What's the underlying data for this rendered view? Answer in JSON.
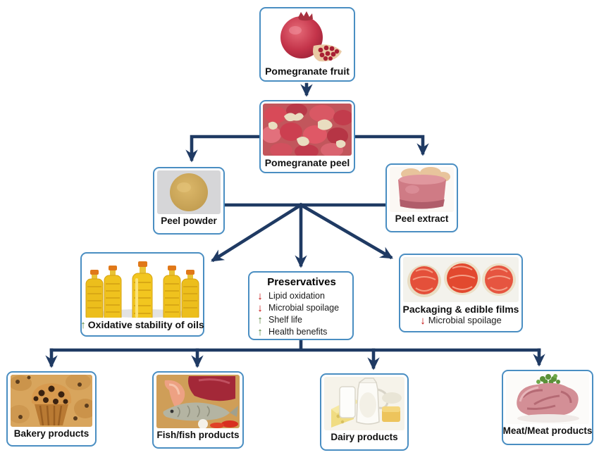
{
  "diagram": {
    "title_implicit": "Pomegranate peel applications flowchart",
    "colors": {
      "connector": "#1f3a63",
      "box_border": "#4a8ec2",
      "increase_arrow": "#538135",
      "decrease_arrow": "#c00000",
      "text": "#111111"
    },
    "nodes": {
      "fruit": {
        "label": "Pomegranate fruit"
      },
      "peel": {
        "label": "Pomegranate peel"
      },
      "powder": {
        "label": "Peel powder"
      },
      "extract": {
        "label": "Peel extract"
      },
      "oils": {
        "arrow": "↑",
        "label": "Oxidative stability of oils"
      },
      "preservatives": {
        "title": "Preservatives",
        "items": [
          {
            "arrow": "↓",
            "direction": "decrease",
            "label": "Lipid oxidation"
          },
          {
            "arrow": "↓",
            "direction": "decrease",
            "label": "Microbial spoilage"
          },
          {
            "arrow": "↑",
            "direction": "increase",
            "label": "Shelf life"
          },
          {
            "arrow": "↑",
            "direction": "increase",
            "label": "Health benefits"
          }
        ]
      },
      "packaging": {
        "label": "Packaging & edible films",
        "sub": {
          "arrow": "↓",
          "direction": "decrease",
          "label": "Microbial spoilage"
        }
      },
      "bakery": {
        "label": "Bakery products"
      },
      "fish": {
        "label": "Fish/fish products"
      },
      "dairy": {
        "label": "Dairy products"
      },
      "meat": {
        "label": "Meat/Meat products"
      }
    },
    "edges": [
      "fruit -> peel",
      "peel -> powder",
      "peel -> extract",
      "powder/extract junction -> oils",
      "powder/extract junction -> preservatives",
      "powder/extract junction -> packaging",
      "preservatives -> bakery",
      "preservatives -> fish",
      "preservatives -> dairy",
      "preservatives -> meat"
    ]
  }
}
